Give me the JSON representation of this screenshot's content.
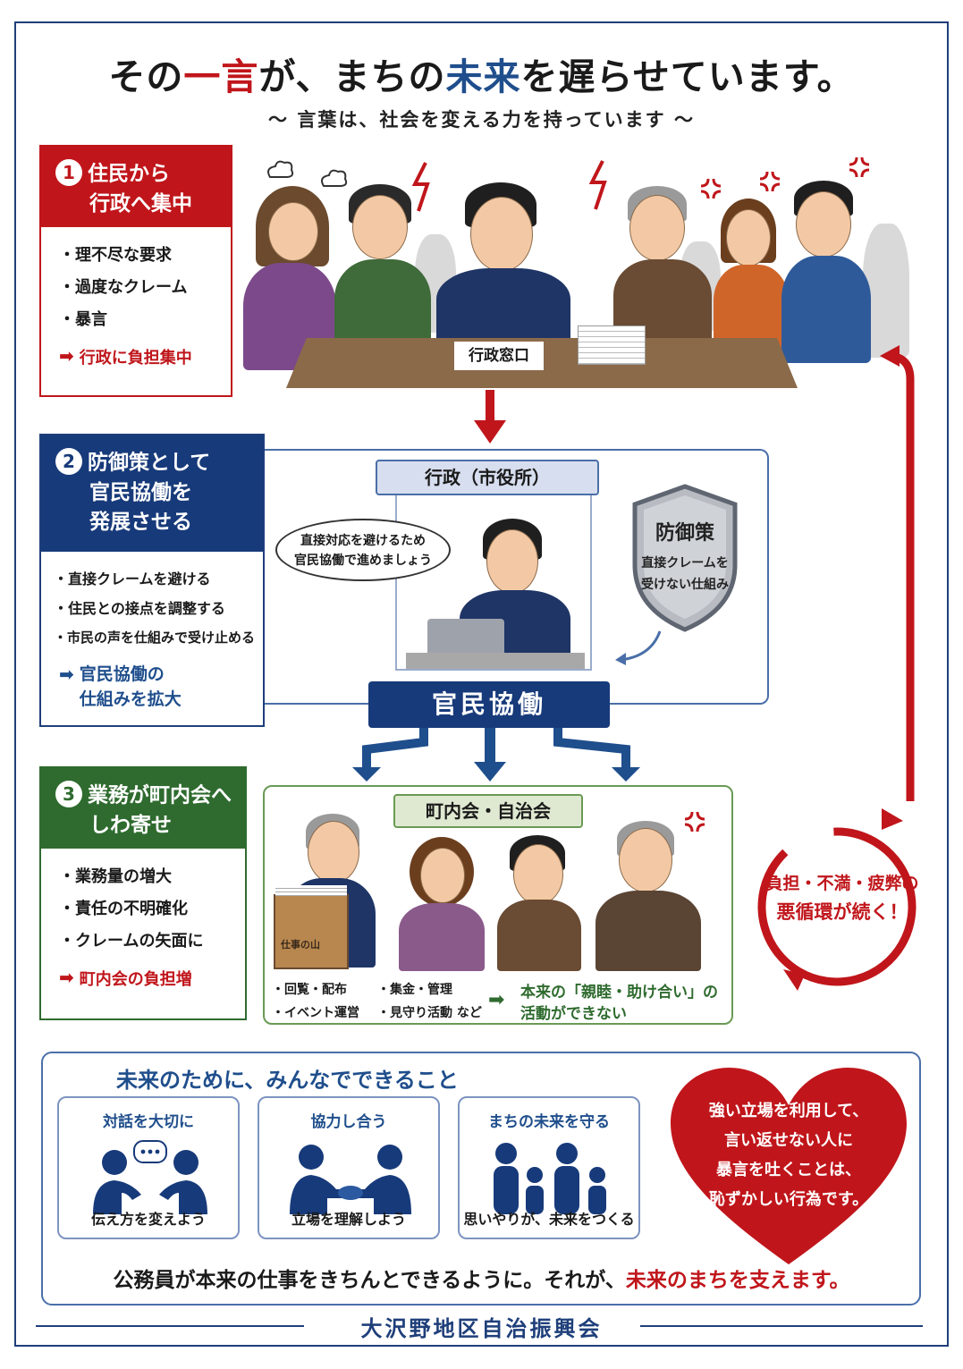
{
  "header": {
    "title_part1": "その",
    "title_part2": "一言",
    "title_part3": "が、まちの",
    "title_part4": "未来",
    "title_part5": "を遅らせています。",
    "subtitle": "〜 言葉は、社会を変える力を持っています 〜"
  },
  "step1": {
    "number": "1",
    "title_line1": "住民から",
    "title_line2": "行政へ集中",
    "items": [
      "理不尽な要求",
      "過度なクレーム",
      "暴言"
    ],
    "result": "行政に負担集中",
    "desk_sign": "行政窓口"
  },
  "step2": {
    "number": "2",
    "title_line1": "防御策として",
    "title_line2": "官民協働を",
    "title_line3": "発展させる",
    "items": [
      "直接クレームを避ける",
      "住民との接点を調整する",
      "市民の声を仕組みで受け止める"
    ],
    "result_line1": "官民協働の",
    "result_line2": "仕組みを拡大",
    "gov_label": "行政（市役所）",
    "bubble_line1": "直接対応を避けるため",
    "bubble_line2": "官民協働で進めましょう",
    "shield_title": "防御策",
    "shield_line1": "直接クレームを",
    "shield_line2": "受けない仕組み",
    "hub_label": "官民協働"
  },
  "step3": {
    "number": "3",
    "title_line1": "業務が町内会へ",
    "title_line2": "しわ寄せ",
    "items": [
      "業務量の増大",
      "責任の不明確化",
      "クレームの矢面に"
    ],
    "result": "町内会の負担増",
    "town_label": "町内会・自治会",
    "box_label": "仕事の山",
    "tasks_row1_a": "・回覧・配布",
    "tasks_row1_b": "・集金・管理",
    "tasks_row2_a": "・イベント運営",
    "tasks_row2_b": "・見守り活動 など",
    "honrai_line1": "本来の「親睦・助け合い」の",
    "honrai_line2": "活動ができない"
  },
  "cycle": {
    "line1": "負担・不満・疲弊の",
    "line2": "悪循環が続く！"
  },
  "future": {
    "title": "未来のために、みんなでできること",
    "cards": [
      {
        "title": "対話を大切に",
        "caption": "伝え方を変えよう"
      },
      {
        "title": "協力し合う",
        "caption": "立場を理解しよう"
      },
      {
        "title": "まちの未来を守る",
        "caption": "思いやりが、未来をつくる"
      }
    ],
    "heart_line1": "強い立場を利用して、",
    "heart_line2": "言い返せない人に",
    "heart_line3": "暴言を吐くことは、",
    "heart_line4": "恥ずかしい行為です。",
    "bottom_part1": "公務員が本来の仕事をきちんとできるように。それが、",
    "bottom_part2": "未来のまちを支えます。"
  },
  "footer": {
    "org": "大沢野地区自治振興会"
  },
  "colors": {
    "red": "#c0161b",
    "navy": "#173a7a",
    "blue": "#1f4e8c",
    "green": "#2f6b2f"
  }
}
